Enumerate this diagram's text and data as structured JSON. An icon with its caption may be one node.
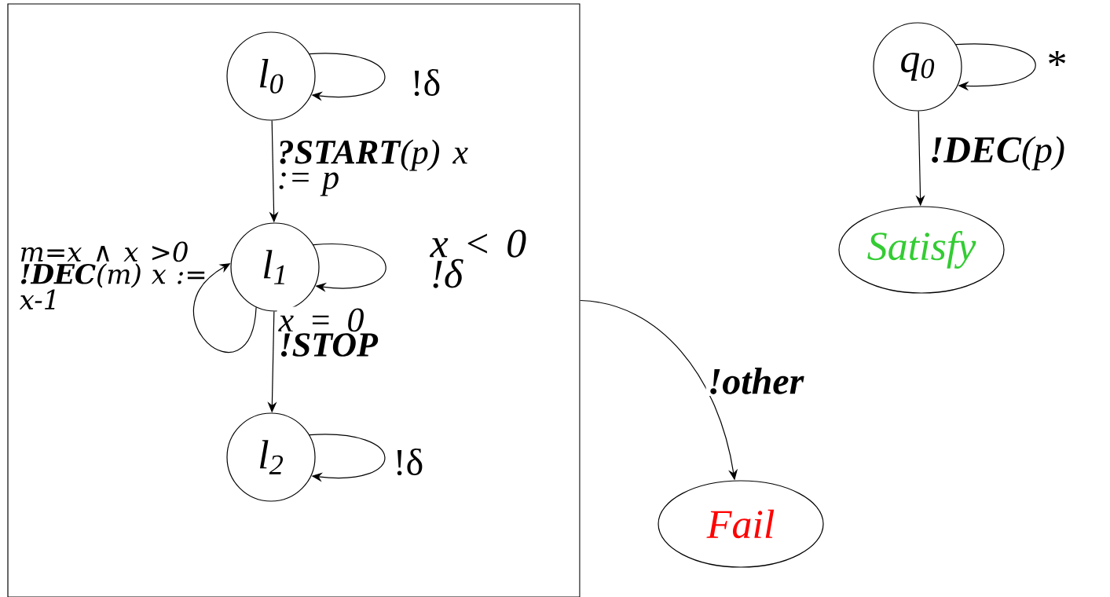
{
  "diagram": {
    "nodes": [
      {
        "text": [],
        "shape": "box"
      },
      {
        "text": [
          "l$_{0}$"
        ],
        "in": 0
      },
      {
        "text": [
          "l$_{1}$"
        ],
        "in": 0
      },
      {
        "text": [
          "l$_{2}$"
        ],
        "in": 0
      },
      {
        "text": [
          "q$_{0}$"
        ]
      },
      {
        "text": [
          "Satisfy"
        ]
      },
      {
        "text": [
          "Fail"
        ]
      }
    ],
    "edges": [
      {
        "from": 1,
        "to": 1,
        "arrow": "to",
        "label": "!δ"
      },
      {
        "from": 1,
        "to": 2,
        "arrow": "to",
        "label": "**?START**(p) x := p"
      },
      {
        "from": 2,
        "to": 2,
        "arrow": "to",
        "label": "x < 0 !δ"
      },
      {
        "from": 2,
        "to": 2,
        "arrow": "to",
        "label": "m=x ∧ x >0 **!DEC**(m) x := x-1"
      },
      {
        "from": 2,
        "to": 3,
        "arrow": "to",
        "label": "x = 0 **!STOP**"
      },
      {
        "from": 3,
        "to": 3,
        "arrow": "to",
        "label": "!δ"
      },
      {
        "from": 4,
        "to": 4,
        "arrow": "to",
        "label": "*"
      },
      {
        "from": 4,
        "to": 5,
        "arrow": "to",
        "label": "**!DEC**(p)"
      },
      {
        "from": 0,
        "to": 6,
        "arrow": "to",
        "label": "**!other**"
      }
    ]
  }
}
